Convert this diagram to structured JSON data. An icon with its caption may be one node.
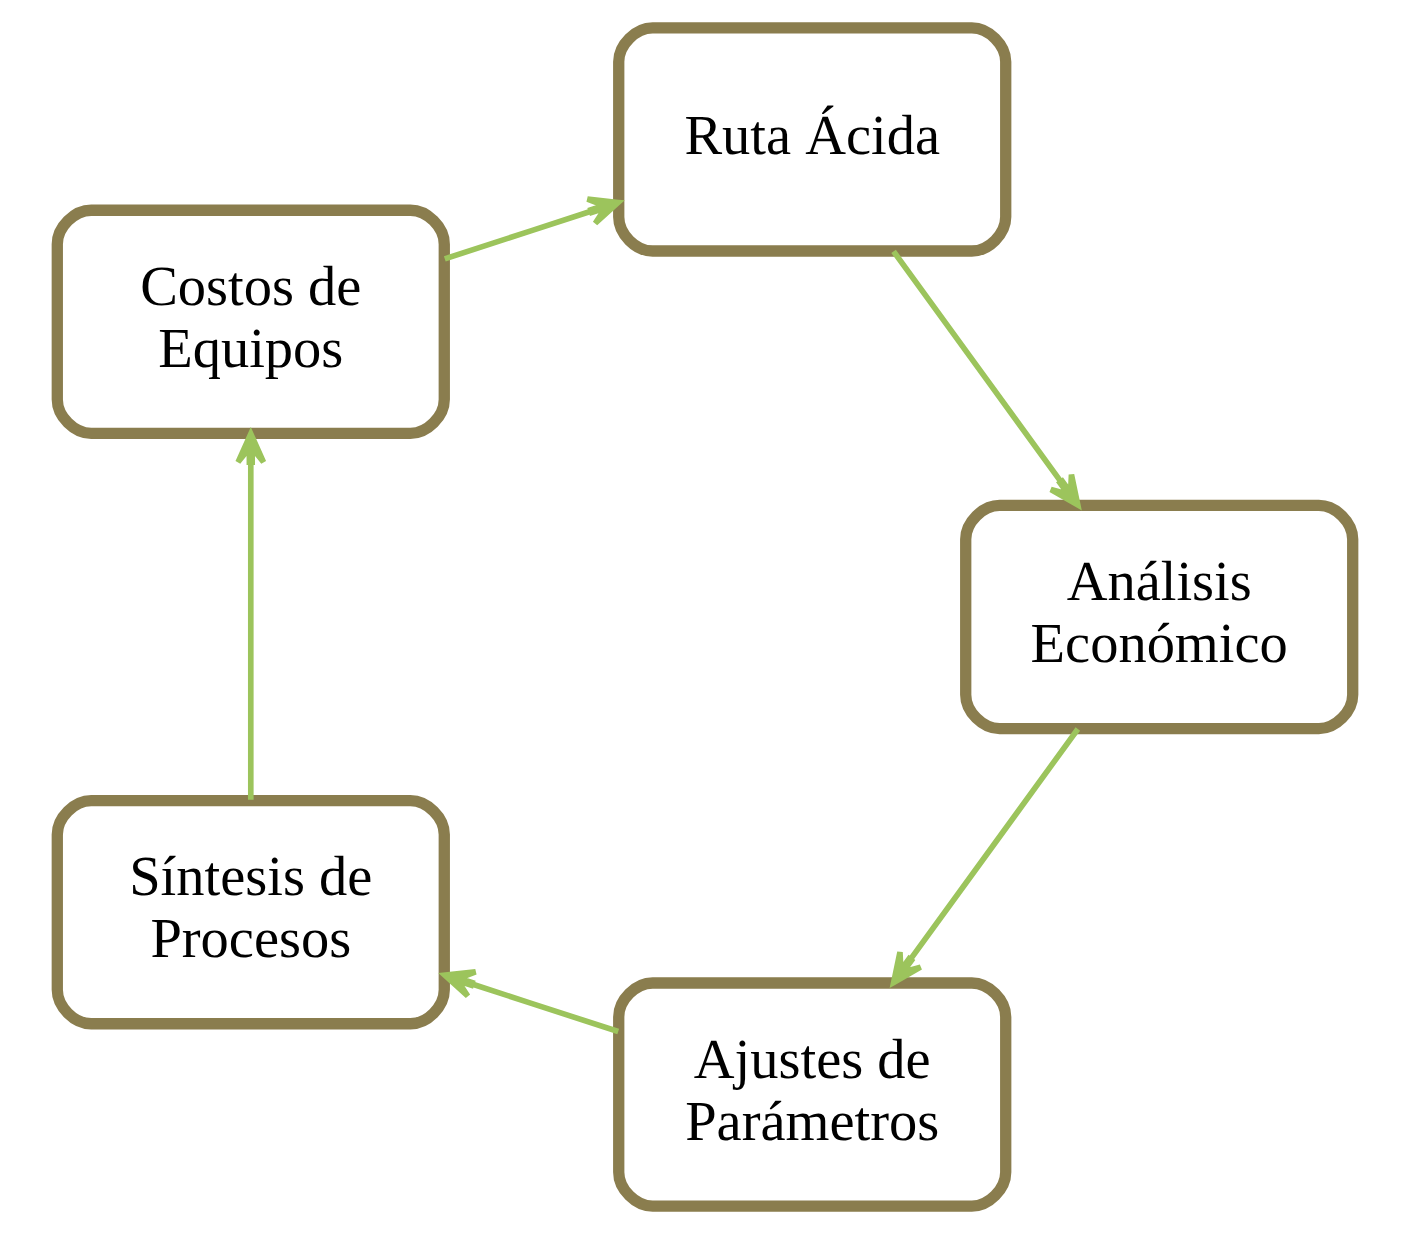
{
  "diagram": {
    "nodes": [
      {
        "text": [
          "Ajustes de Parámetros"
        ]
      },
      {
        "text": [
          "Síntesis de Procesos"
        ]
      },
      {
        "text": [
          "Costos de Equipos"
        ]
      },
      {
        "text": [
          "Ruta Ácida"
        ]
      },
      {
        "text": [
          "Análisis Económico"
        ]
      }
    ],
    "edges": [
      {
        "from": 0,
        "to": 1,
        "arrow": "to"
      },
      {
        "from": 1,
        "to": 2,
        "arrow": "to"
      },
      {
        "from": 2,
        "to": 3,
        "arrow": "to"
      },
      {
        "from": 3,
        "to": 4,
        "arrow": "to"
      },
      {
        "from": 4,
        "to": 0,
        "arrow": "to"
      }
    ]
  }
}
